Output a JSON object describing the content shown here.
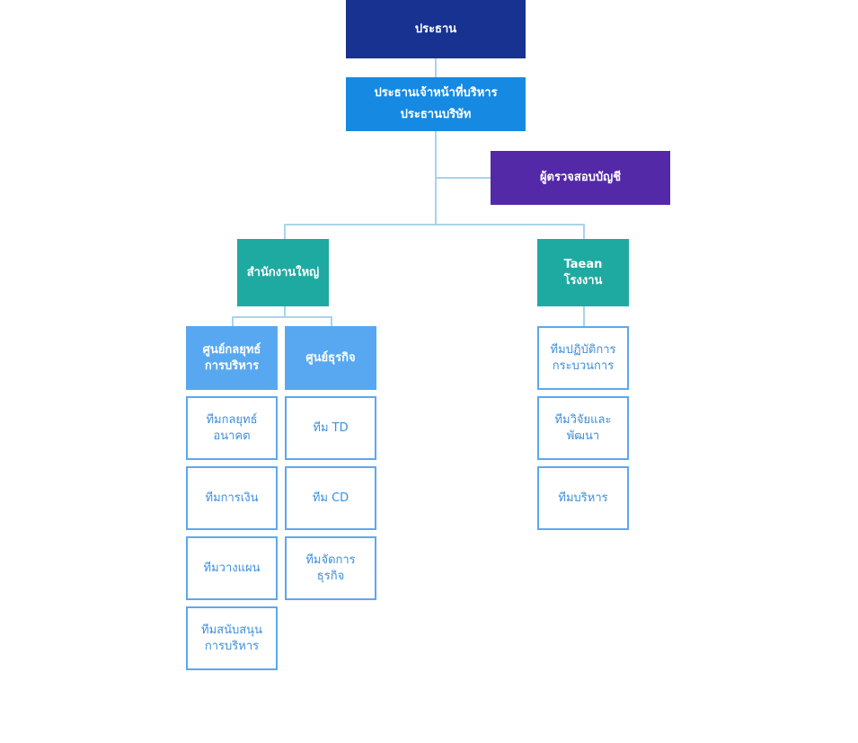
{
  "org": {
    "chairman": "ประธาน",
    "ceo_line1": "ประธานเจ้าหน้าที่บริหาร",
    "ceo_line2": "ประธานบริษัท",
    "auditor": "ผู้ตรวจสอบบัญชี",
    "head_office": "สำนักงานใหญ่",
    "taean_factory": "Taean โรงงาน",
    "strategy_center": "ศูนย์กลยุทธ์\nการบริหาร",
    "business_center": "ศูนย์ธุรกิจ",
    "strategy_teams": [
      "ทีมกลยุทธ์\nอนาคต",
      "ทีมการเงิน",
      "ทีมวางแผน",
      "ทีมสนับสนุน\nการบริหาร"
    ],
    "business_teams": [
      "ทีม TD",
      "ทีม CD",
      "ทีมจัดการ\nธุรกิจ"
    ],
    "factory_teams": [
      "ทีมปฏิบัติการ\nกระบวนการ",
      "ทีมวิจัยและ\nพัฒนา",
      "ทีมบริหาร"
    ]
  },
  "colors": {
    "navy": "#173290",
    "blue": "#168ae2",
    "purple": "#5429a8",
    "teal": "#1eaaa1",
    "light_blue": "#58a8f1",
    "outline_blue": "#5ca8ef",
    "connector": "#a9d4ec"
  }
}
